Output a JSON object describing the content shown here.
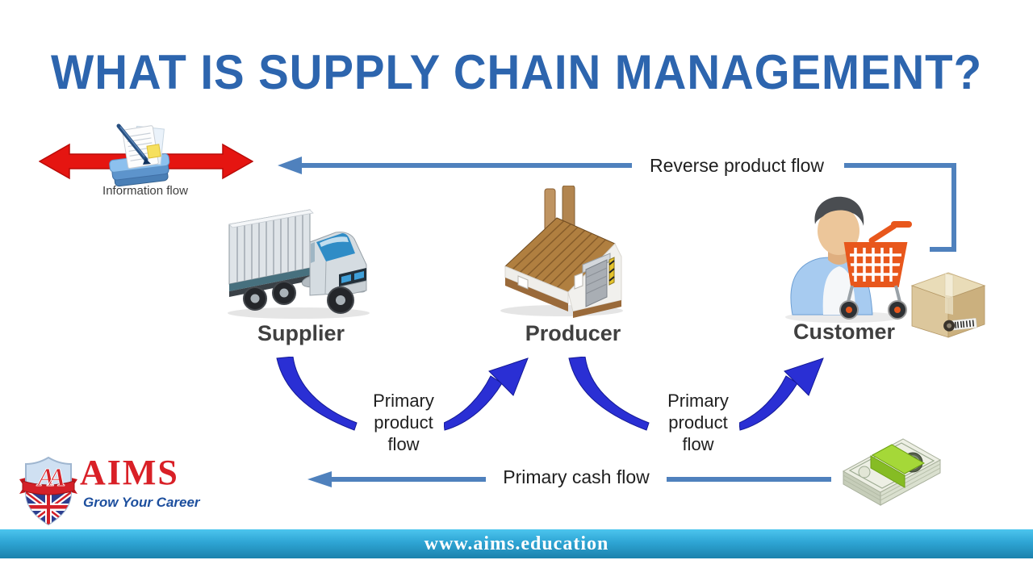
{
  "title": "WHAT IS SUPPLY CHAIN MANAGEMENT?",
  "colors": {
    "title_blue": "#2d65ae",
    "flow_line_blue": "#4f81bd",
    "curve_arrow_blue": "#2a2fd4",
    "curve_arrow_dark": "#141a96",
    "info_arrow_red": "#e51511",
    "info_arrow_red_dark": "#b90b08",
    "entity_label_gray": "#404040",
    "flow_text_dark": "#1f1f1f",
    "footer_bar_top": "#4cc5ee",
    "footer_bar_bottom": "#1b81ac",
    "footer_text": "#ffffff",
    "logo_red": "#d92027",
    "logo_tagline_blue": "#1d4f9e"
  },
  "flows": {
    "information": {
      "label": "Information flow",
      "icon": "documents-pen-icon",
      "arrow_icon": "red-double-arrow-icon"
    },
    "reverse_product": {
      "label": "Reverse product flow"
    },
    "primary_product_left": {
      "label": "Primary product flow"
    },
    "primary_product_right": {
      "label": "Primary product flow"
    },
    "primary_cash": {
      "label": "Primary cash flow",
      "icon": "cash-stack-icon"
    }
  },
  "entities": {
    "supplier": {
      "label": "Supplier",
      "icon": "truck-icon"
    },
    "producer": {
      "label": "Producer",
      "icon": "factory-icon"
    },
    "customer": {
      "label": "Customer",
      "icon": "person-shopping-cart-icon",
      "extra_icon": "package-box-icon"
    }
  },
  "logo": {
    "name": "AIMS",
    "tagline": "Grow Your Career",
    "monogram": "AA",
    "icon": "aims-shield-icon"
  },
  "footer": {
    "url": "www.aims.education"
  }
}
